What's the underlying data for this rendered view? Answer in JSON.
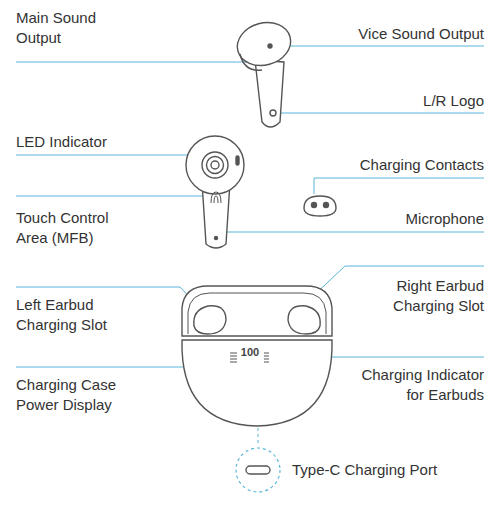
{
  "diagram": {
    "labels": [
      "Main Sound Output",
      "Vice Sound Output",
      "L/R Logo",
      "LED Indicator",
      "Charging Contacts",
      "Touch Control Area (MFB)",
      "Microphone",
      "Left Earbud Charging Slot",
      "Right Earbud Charging Slot",
      "Charging Case Power Display",
      "100",
      "Charging Indicator for Earbuds",
      "Type-C Charging Port"
    ]
  }
}
